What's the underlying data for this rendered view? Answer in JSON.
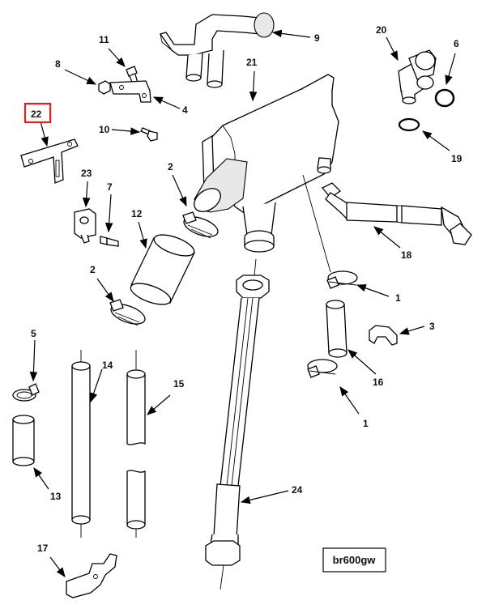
{
  "callouts": {
    "c1a": "1",
    "c1b": "1",
    "c2a": "2",
    "c2b": "2",
    "c3": "3",
    "c4": "4",
    "c5": "5",
    "c6": "6",
    "c7": "7",
    "c8": "8",
    "c9": "9",
    "c10": "10",
    "c11": "11",
    "c12": "12",
    "c13": "13",
    "c14": "14",
    "c15": "15",
    "c16": "16",
    "c17": "17",
    "c18": "18",
    "c19": "19",
    "c20": "20",
    "c21": "21",
    "c22": "22",
    "c23": "23",
    "c24": "24"
  },
  "highlight_color": "#e02020",
  "drawing_code": "br600gw"
}
